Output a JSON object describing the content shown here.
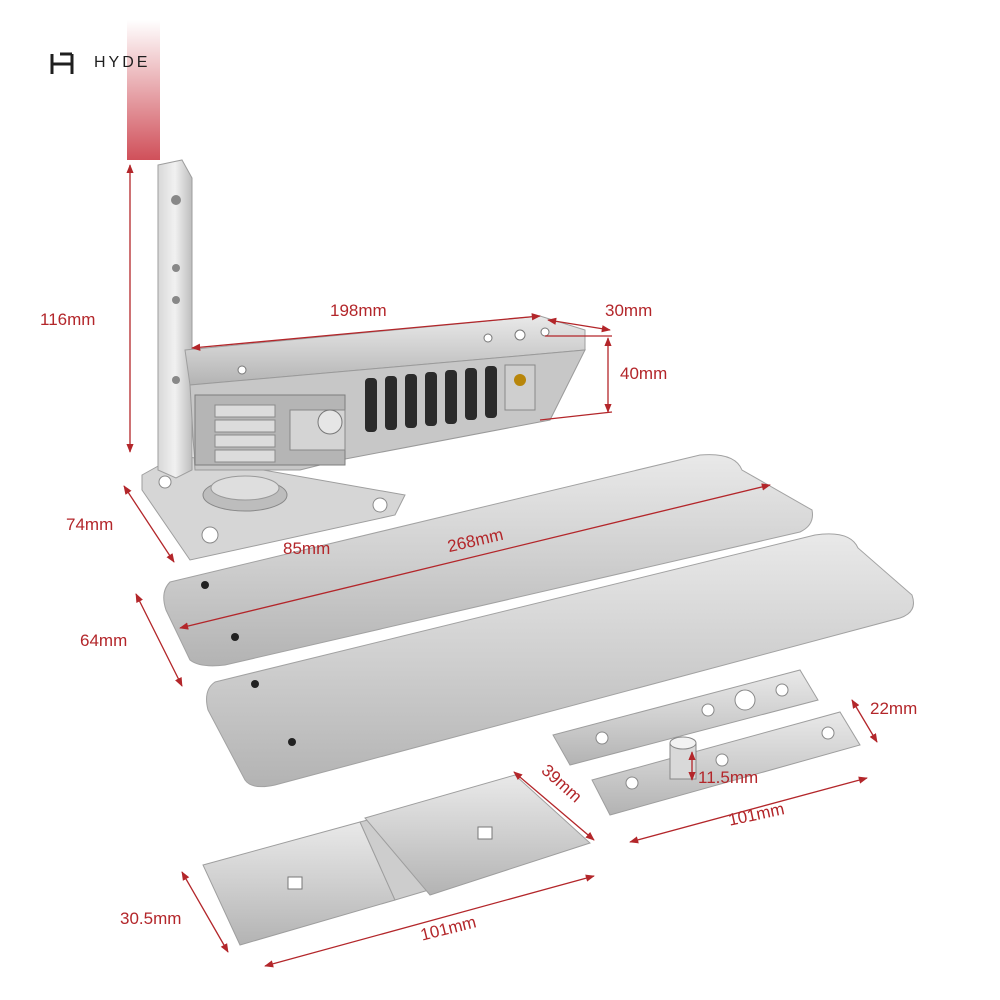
{
  "brand": {
    "name": "HYDE",
    "logo_icon": "h-monogram-icon"
  },
  "colors": {
    "dimension": "#b3262a",
    "steel": "#c9c9c9",
    "spring": "#2b2b2b",
    "background": "#ffffff"
  },
  "parts": [
    "pivot-hinge-body",
    "top-cover-plate",
    "bottom-cover-plate",
    "top-pivot-plate",
    "top-pivot-pin-plate",
    "folded-strike-plate"
  ],
  "dimensions": {
    "height": "116mm",
    "length": "198mm",
    "width": "30mm",
    "depth": "40mm",
    "base": "74mm",
    "base_length": "85mm",
    "cover_length": "268mm",
    "cover_width": "64mm",
    "pivot_width": "22mm",
    "pin_height": "11.5mm",
    "pivot_length": "101mm",
    "bracket_depth": "39mm",
    "bracket_width": "30.5mm",
    "bracket_length": "101mm"
  }
}
